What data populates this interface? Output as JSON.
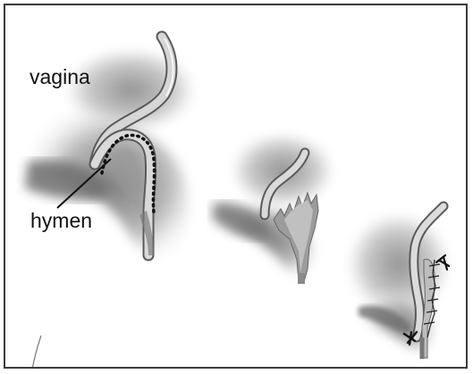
{
  "labels": {
    "vagina": "vagina",
    "hymen": "hymen"
  },
  "colors": {
    "border": "#3a3a3a",
    "tissue_shadow": "#8e8e8e",
    "tissue_light": "#d9d9d9",
    "outline": "#555555",
    "dots": "#111111"
  },
  "panels": [
    {
      "id": "intact-hymen",
      "icon": "intact-hymen-illustration"
    },
    {
      "id": "torn-hymen",
      "icon": "torn-hymen-illustration"
    },
    {
      "id": "sutured-hymen",
      "icon": "sutured-hymen-illustration"
    }
  ]
}
